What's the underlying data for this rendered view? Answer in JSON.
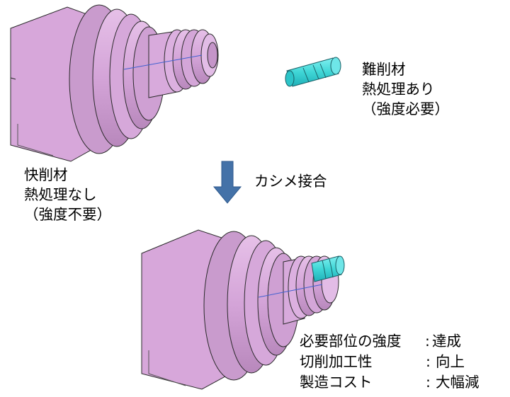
{
  "top_part": {
    "lines": [
      "難削材",
      "熱処理あり",
      "（強度必要）"
    ]
  },
  "base_part": {
    "lines": [
      "快削材",
      "熱処理なし",
      "（強度不要）"
    ]
  },
  "process": {
    "label": "カシメ接合"
  },
  "results": [
    {
      "item": "必要部位の強度",
      "sep": ":",
      "value": "達成"
    },
    {
      "item": "切削加工性",
      "sep": ":",
      "value": "向上"
    },
    {
      "item": "製造コスト",
      "sep": ":",
      "value": "大幅減"
    }
  ],
  "colors": {
    "body_fill": "#d9a8dc",
    "body_dark": "#b98abd",
    "insert_fill": "#3fd9d9",
    "arrow": "#4472a8"
  }
}
